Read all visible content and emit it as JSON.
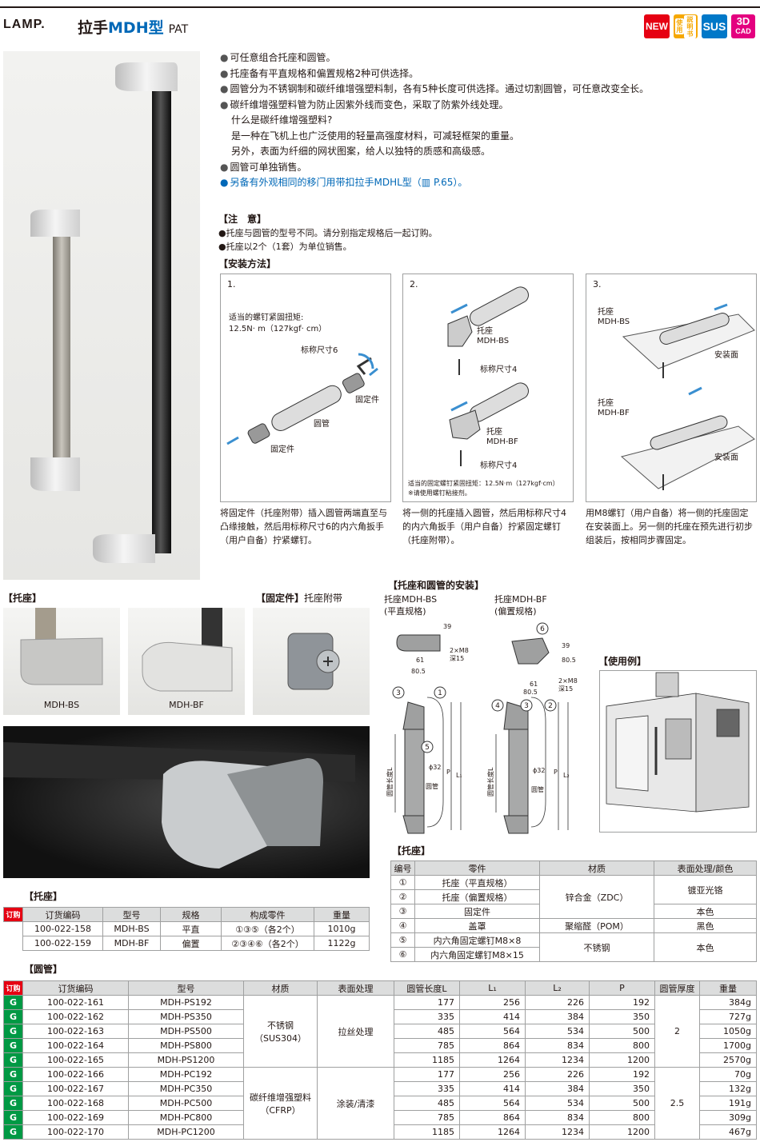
{
  "header": {
    "brand": "LAMP.",
    "title_prefix": "拉手",
    "title_model": "MDH型",
    "pat": "PAT",
    "badges": {
      "new": "NEW",
      "manual_1": "使用",
      "manual_2": "説明书",
      "sus": "SUS",
      "cad_1": "3D",
      "cad_2": "CAD"
    }
  },
  "features": [
    "可任意组合托座和圆管。",
    "托座备有平直规格和偏置规格2种可供选择。",
    "圆管分为不锈钢制和碳纤维增强塑料制，各有5种长度可供选择。通过切割圆管，可任意改变全长。",
    "碳纤维增强塑料管为防止因紫外线而变色，采取了防紫外线处理。"
  ],
  "cfrp_explain": [
    "什么是碳纤维增强塑料?",
    "是一种在飞机上也广泛使用的轻量高强度材料，可减轻框架的重量。",
    "另外，表面为纤细的网状图案，给人以独特的质感和高级感。"
  ],
  "feature_tube": "圆管可单独销售。",
  "feature_mdhl": "另备有外观相同的移门用带扣拉手MDHL型（",
  "feature_mdhl_page": "P.65）。",
  "notice": {
    "title": "【注　意】",
    "items": [
      "●托座与圆管的型号不同。请分别指定规格后一起订购。",
      "●托座以2个（1套）为单位销售。"
    ]
  },
  "install": {
    "title": "【安装方法】",
    "steps": [
      {
        "num": "1.",
        "torque_1": "适当的螺钉紧固扭矩:",
        "torque_2": "12.5N· m（127kgf· cm）",
        "hex": "标称尺寸6",
        "fix_a": "固定件",
        "tube": "圆管",
        "fix_b": "固定件",
        "caption": "将固定件（托座附带）插入圆管两端直至与凸缘接触，然后用标称尺寸6的内六角扳手（用户自备）拧紧螺钉。"
      },
      {
        "num": "2.",
        "bs_1": "托座",
        "bs_2": "MDH-BS",
        "hex_a": "标称尺寸4",
        "bf_1": "托座",
        "bf_2": "MDH-BF",
        "hex_b": "标称尺寸4",
        "foot_1": "适当的固定螺钉紧固扭矩：12.5N·m（127kgf·cm）",
        "foot_2": "※请使用螺钉粘接剂。",
        "caption": "将一侧的托座插入圆管，然后用标称尺寸4的内六角扳手（用户自备）拧紧固定螺钉（托座附带）。"
      },
      {
        "num": "3.",
        "bs_1": "托座",
        "bs_2": "MDH-BS",
        "face_a": "安装面",
        "bf_1": "托座",
        "bf_2": "MDH-BF",
        "face_b": "安装面",
        "caption": "用M8螺钉（用户自备）将一侧的托座固定在安装面上。另一侧的托座在预先进行初步组装后，按相同步骤固定。"
      }
    ]
  },
  "photos": {
    "base_label": "【托座】",
    "fixer_label": "【固定件】",
    "fixer_note": "托座附带",
    "bs": "MDH-BS",
    "bf": "MDH-BF"
  },
  "diagram": {
    "title": "【托座和圆管的安装】",
    "bs_title_1": "托座MDH-BS",
    "bs_title_2": "(平直规格)",
    "bf_title_1": "托座MDH-BF",
    "bf_title_2": "(偏置规格)",
    "dims": {
      "d39": "39",
      "d2m8": "2×M8",
      "deep15": "深15",
      "d61": "61",
      "d805": "80.5",
      "phi32": "ϕ32",
      "p": "P",
      "l1": "L₁",
      "l2": "L₂",
      "tube_len": "圆管长度L",
      "tube": "圆管"
    },
    "callouts": [
      "1",
      "2",
      "3",
      "4",
      "5",
      "6"
    ]
  },
  "usage": {
    "title": "【使用例】"
  },
  "parts_table": {
    "title": "【托座】",
    "headers": [
      "编号",
      "零件",
      "材质",
      "表面处理/颜色"
    ],
    "rows": [
      {
        "no": "①",
        "part": "托座（平直规格）"
      },
      {
        "no": "②",
        "part": "托座（偏置规格）"
      },
      {
        "no": "③",
        "part": "固定件"
      },
      {
        "no": "④",
        "part": "盖罩"
      },
      {
        "no": "⑤",
        "part": "内六角固定螺钉M8×8"
      },
      {
        "no": "⑥",
        "part": "内六角固定螺钉M8×15"
      }
    ],
    "mat_zinc": "锌合金（ZDC）",
    "mat_pom": "聚缩醛（POM）",
    "mat_ss": "不锈钢",
    "fin_satin": "镀亚光铬",
    "fin_nat1": "本色",
    "fin_black": "黑色",
    "fin_nat2": "本色"
  },
  "base_table": {
    "title": "【托座】",
    "order": "订购",
    "headers": [
      "订货编码",
      "型号",
      "规格",
      "构成零件",
      "重量"
    ],
    "rows": [
      [
        "100-022-158",
        "MDH-BS",
        "平直",
        "①③⑤（各2个）",
        "1010g"
      ],
      [
        "100-022-159",
        "MDH-BF",
        "偏置",
        "②③④⑥（各2个）",
        "1122g"
      ]
    ]
  },
  "tube_table": {
    "title": "【圆管】",
    "order": "订购",
    "g": "G",
    "headers": [
      "订货编码",
      "型号",
      "材质",
      "表面处理",
      "圆管长度L",
      "L₁",
      "L₂",
      "P",
      "圆管厚度",
      "重量"
    ],
    "ss_mat_1": "不锈钢",
    "ss_mat_2": "（SUS304）",
    "ss_fin": "拉丝处理",
    "ss_thick": "2",
    "cf_mat_1": "碳纤维增强塑料",
    "cf_mat_2": "（CFRP）",
    "cf_fin": "涂装/清漆",
    "cf_thick": "2.5",
    "rows": [
      [
        "100-022-161",
        "MDH-PS192",
        "177",
        "256",
        "226",
        "192",
        "384g"
      ],
      [
        "100-022-162",
        "MDH-PS350",
        "335",
        "414",
        "384",
        "350",
        "727g"
      ],
      [
        "100-022-163",
        "MDH-PS500",
        "485",
        "564",
        "534",
        "500",
        "1050g"
      ],
      [
        "100-022-164",
        "MDH-PS800",
        "785",
        "864",
        "834",
        "800",
        "1700g"
      ],
      [
        "100-022-165",
        "MDH-PS1200",
        "1185",
        "1264",
        "1234",
        "1200",
        "2570g"
      ],
      [
        "100-022-166",
        "MDH-PC192",
        "177",
        "256",
        "226",
        "192",
        "70g"
      ],
      [
        "100-022-167",
        "MDH-PC350",
        "335",
        "414",
        "384",
        "350",
        "132g"
      ],
      [
        "100-022-168",
        "MDH-PC500",
        "485",
        "564",
        "534",
        "500",
        "191g"
      ],
      [
        "100-022-169",
        "MDH-PC800",
        "785",
        "864",
        "834",
        "800",
        "309g"
      ],
      [
        "100-022-170",
        "MDH-PC1200",
        "1185",
        "1264",
        "1234",
        "1200",
        "467g"
      ]
    ]
  },
  "colors": {
    "accent_blue": "#0068b7",
    "order_red": "#e60012",
    "green_g": "#009944",
    "table_head": "#dcdddd"
  }
}
